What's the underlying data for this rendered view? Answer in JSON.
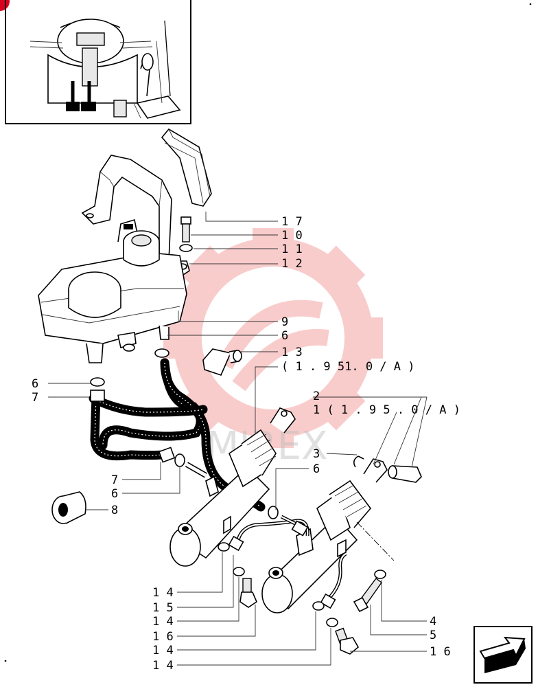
{
  "watermark": {
    "text": "MIREX",
    "color": "#f2a0a0"
  },
  "labels": {
    "l17": "1 7",
    "l10": "1 0",
    "l11": "1 1",
    "l12": "1 2",
    "l9": "9",
    "l6a": "6",
    "l13": "1 3",
    "lref1": "( 1 . 9 51. 0 / A )",
    "l2": "2",
    "lref2": "1 ( 1 . 9 5 . 0 / A )",
    "l6b": "6",
    "l7b": "7",
    "l3": "3",
    "l6c": "6",
    "l7c": "7",
    "l6d": "6",
    "l8": "8",
    "l14a": "1 4",
    "l15": "1 5",
    "l14b": "1 4",
    "l16a": "1 6",
    "l14c": "1 4",
    "l14d": "1 4",
    "l4": "4",
    "l5": "5",
    "l16b": "1 6"
  },
  "icons": {
    "inset": "tractor-cockpit-pedals-icon",
    "next": "next-page-arrow-icon"
  },
  "accent_color": "#d7001e"
}
